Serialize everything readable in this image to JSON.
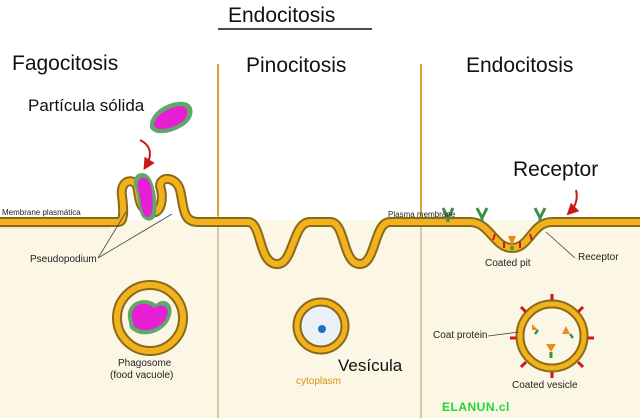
{
  "title": "Endocitosis",
  "panels": {
    "fagocitosis": {
      "heading": "Fagocitosis",
      "particle_label": "Partícula sólida",
      "membrane_label": "Membrane plasmática",
      "pseudopodium_label": "Pseudopodium",
      "phagosome_label": "Phagosome",
      "food_vacuole_label": "(food vacuole)"
    },
    "pinocitosis": {
      "heading": "Pinocitosis",
      "membrane_label": "Plasma membrane",
      "vesicle_label": "Vesícula",
      "cytoplasm_label": "cytoplasm"
    },
    "endocitosis": {
      "heading": "Endocitosis",
      "receptor_big_label": "Receptor",
      "coated_pit_label": "Coated pit",
      "receptor_small_label": "Receptor",
      "coat_protein_label": "Coat protein",
      "coated_vesicle_label": "Coated vesicle"
    }
  },
  "watermark": "ELANUN.cl",
  "colors": {
    "membrane": "#f2b21b",
    "membrane_edge": "#8a6a1a",
    "cytoplasm": "#fbf7e4",
    "particle": "#e61fd4",
    "particle_halo": "#5fa86a",
    "vesicle_core": "#1e6fd0",
    "receptor_green": "#3f8f4a",
    "receptor_orange": "#f08a1a",
    "arrow_red": "#c81818"
  }
}
